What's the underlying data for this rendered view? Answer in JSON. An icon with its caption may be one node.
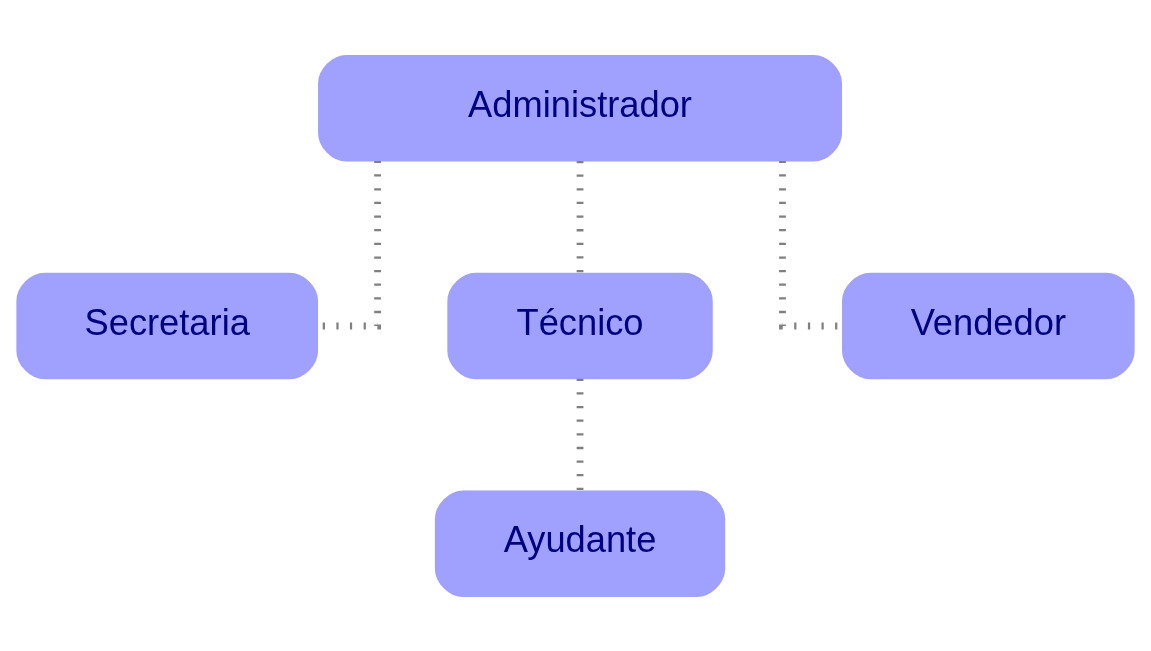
{
  "diagram": {
    "nodes": [
      {
        "text": [
          "Administrador"
        ]
      },
      {
        "text": [
          "Secretaria"
        ]
      },
      {
        "text": [
          "Técnico"
        ]
      },
      {
        "text": [
          "Vendedor"
        ]
      },
      {
        "text": [
          "Ayudante"
        ]
      }
    ],
    "edges": [
      {
        "from": 0,
        "to": 1,
        "arrow": "none",
        "style": "dashed"
      },
      {
        "from": 0,
        "to": 2,
        "arrow": "none",
        "style": "dashed"
      },
      {
        "from": 0,
        "to": 3,
        "arrow": "none",
        "style": "dashed"
      },
      {
        "from": 2,
        "to": 4,
        "arrow": "none",
        "style": "dashed"
      }
    ]
  }
}
